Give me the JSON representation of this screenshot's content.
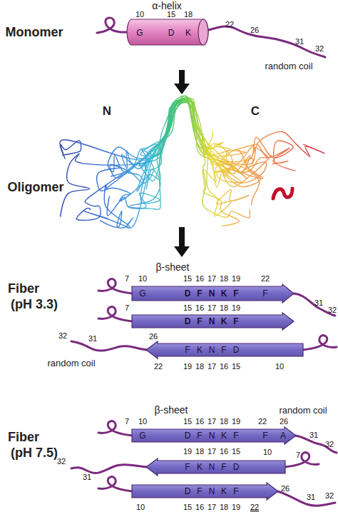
{
  "diagram": {
    "nodes": [
      {
        "text": [
          "G",
          "D",
          "K"
        ]
      },
      {
        "text": [
          "G",
          "D",
          "F",
          "N",
          "K",
          "F",
          "F"
        ]
      },
      {
        "text": [
          "D",
          "F",
          "N",
          "K",
          "F"
        ]
      },
      {
        "text": [
          "F",
          "K",
          "N",
          "F",
          "D"
        ]
      },
      {
        "text": [
          "G",
          "D",
          "F",
          "N",
          "K",
          "F",
          "F",
          "A"
        ]
      },
      {
        "text": [
          "F",
          "K",
          "N",
          "F",
          "D"
        ]
      },
      {
        "text": [
          "D",
          "F",
          "N",
          "K",
          "F"
        ]
      }
    ],
    "labels": [
      "Monomer",
      "α-helix",
      "10",
      "15",
      "18",
      "22",
      "26",
      "31",
      "32",
      "random coil",
      "Oligomer",
      "N",
      "C",
      "Fiber",
      "(pH 3.3)",
      "β-sheet",
      "7",
      "10",
      "15",
      "16",
      "17",
      "18",
      "19",
      "22",
      "31",
      "32",
      "7",
      "15",
      "16",
      "17",
      "18",
      "19",
      "32",
      "31",
      "26",
      "random coil",
      "22",
      "19",
      "18",
      "17",
      "16",
      "15",
      "10",
      "β-sheet",
      "random coil",
      "Fiber",
      "(pH 7.5)",
      "7",
      "10",
      "15",
      "16",
      "17",
      "18",
      "19",
      "22",
      "26",
      "31",
      "32",
      "19",
      "18",
      "17",
      "16",
      "15",
      "10",
      "7",
      "32",
      "31",
      "10",
      "15",
      "16",
      "17",
      "18",
      "19",
      "22",
      "26",
      "31",
      "32"
    ]
  }
}
